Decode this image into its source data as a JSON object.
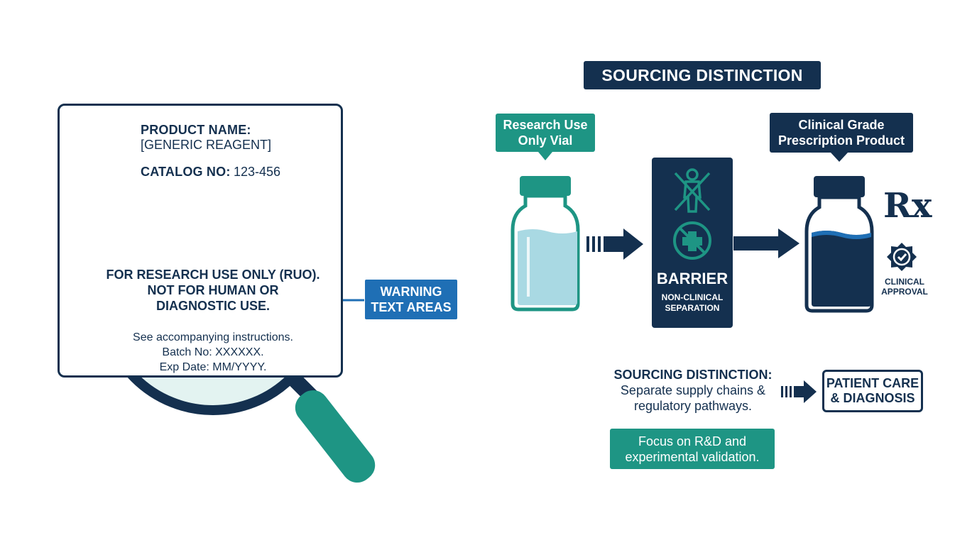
{
  "product_label": {
    "product_name_key": "PRODUCT NAME:",
    "product_name_value": "[GENERIC REAGENT]",
    "catalog_key": "CATALOG NO:",
    "catalog_value": "123-456",
    "warning_lines": [
      "FOR RESEARCH USE ONLY (RUO).",
      "NOT FOR HUMAN OR",
      "DIAGNOSTIC USE."
    ],
    "sub_lines": [
      "See accompanying instructions.",
      "Batch No: XXXXXX.",
      "Exp Date: MM/YYYY."
    ]
  },
  "warning_callout": {
    "lines": [
      "WARNING",
      "TEXT AREAS"
    ]
  },
  "title": "SOURCING DISTINCTION",
  "ruo_tag": {
    "lines": [
      "Research Use",
      "Only Vial"
    ]
  },
  "clinical_tag": {
    "lines": [
      "Clinical Grade",
      "Prescription Product"
    ]
  },
  "barrier": {
    "title": "BARRIER",
    "sub_lines": [
      "NON-CLINICAL",
      "SEPARATION"
    ]
  },
  "rx_symbol": "Rx",
  "clinical_approval": {
    "lines": [
      "CLINICAL",
      "APPROVAL"
    ]
  },
  "sourcing_note": {
    "heading": "SOURCING DISTINCTION:",
    "body_lines": [
      "Separate supply chains &",
      "regulatory pathways."
    ]
  },
  "patient_box": {
    "lines": [
      "PATIENT CARE",
      "& DIAGNOSIS"
    ]
  },
  "focus_box": {
    "lines": [
      "Focus on R&D and",
      "experimental validation."
    ]
  },
  "icons": [
    "vial-icon",
    "thermometer-icon",
    "biohazard-icon",
    "magnifier-icon",
    "no-human-icon",
    "no-medical-icon",
    "rx-icon",
    "approval-seal-icon",
    "arrow-icon"
  ],
  "colors": {
    "navy": "#14304f",
    "teal": "#1e9584",
    "light_teal": "#bfe3df",
    "blue": "#1f6fb5",
    "vial_light": "#a9d9e3"
  }
}
